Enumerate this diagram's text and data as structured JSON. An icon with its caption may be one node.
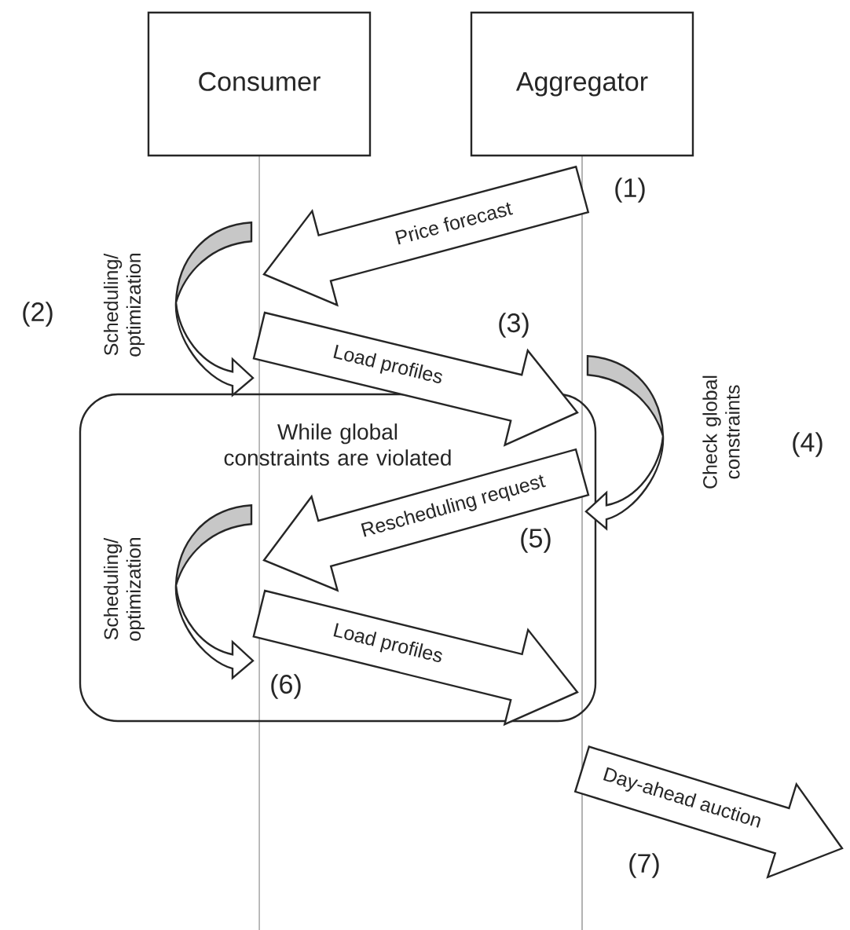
{
  "diagram": {
    "nodes": [
      {
        "text": [
          "Consumer"
        ]
      },
      {
        "text": [
          "Aggregator"
        ]
      },
      {
        "text": [
          "While global constraints are violated"
        ]
      }
    ],
    "edges": [
      {
        "from": 1,
        "to": 0,
        "arrow": "to",
        "label": "Price forecast"
      },
      {
        "from": 0,
        "to": 0,
        "arrow": "to",
        "label": "Scheduling/ optimization"
      },
      {
        "from": 0,
        "to": 1,
        "arrow": "to",
        "label": "Load profiles"
      },
      {
        "from": 1,
        "to": 1,
        "arrow": "to",
        "label": "Check global constraints"
      },
      {
        "from": 1,
        "to": 0,
        "arrow": "to",
        "label": "Rescheduling request"
      },
      {
        "from": 0,
        "to": 0,
        "arrow": "to",
        "label": "Scheduling/ optimization"
      },
      {
        "from": 0,
        "to": 1,
        "arrow": "to",
        "label": "Load profiles"
      },
      {
        "from": 1,
        "to": null,
        "arrow": "to",
        "label": "Day-ahead auction"
      }
    ],
    "labels": [
      "(1)",
      "(2)",
      "(3)",
      "(4)",
      "(5)",
      "(6)",
      "(7)"
    ]
  }
}
